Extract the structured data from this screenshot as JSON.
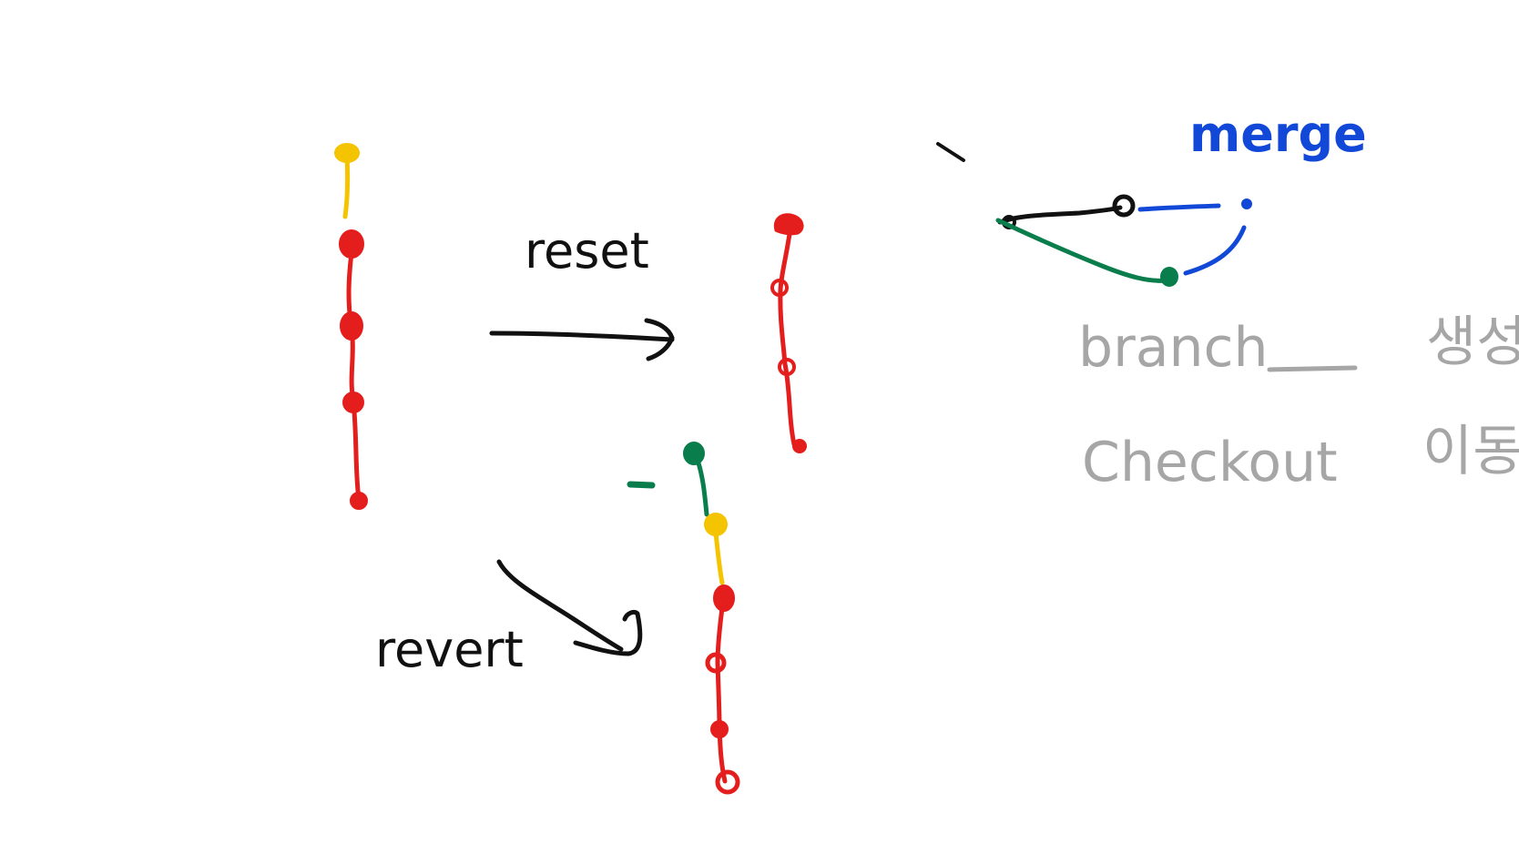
{
  "labels": {
    "reset": "reset",
    "revert": "revert",
    "merge": "merge",
    "branch": "branch",
    "checkout": "Checkout",
    "branch_desc": "생성",
    "checkout_desc": "이동"
  },
  "colors": {
    "yellow": "#f5c400",
    "red": "#e41d1d",
    "green": "#0a7d4c",
    "blue": "#1148d8",
    "black": "#111111",
    "gray": "#a6a6a6"
  },
  "commit_chains": {
    "original": [
      "yellow",
      "red",
      "red",
      "red",
      "red"
    ],
    "after_reset": [
      "red",
      "red",
      "red",
      "red"
    ],
    "after_revert": [
      "green",
      "yellow",
      "red",
      "red",
      "red",
      "red"
    ]
  },
  "merge_graph": {
    "branches": [
      "black",
      "green",
      "blue"
    ]
  }
}
